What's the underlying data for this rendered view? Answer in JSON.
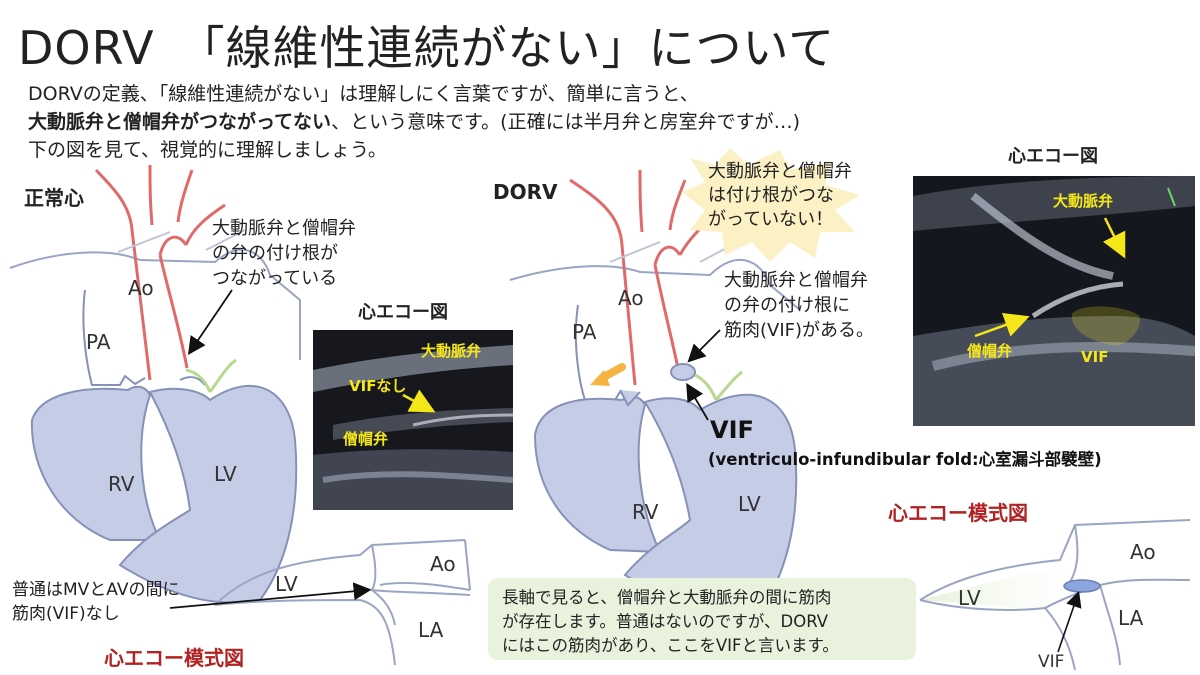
{
  "title": "DORV　「線維性連続がない」について",
  "intro": {
    "line1": "DORVの定義、「線維性連続がない」は理解しにく言葉ですが、簡単に言うと、",
    "line2_bold": "大動脈弁と僧帽弁がつながってない",
    "line2_rest": "、という意味です。(正確には半月弁と房室弁ですが…)",
    "line3": "下の図を見て、視覚的に理解しましょう。"
  },
  "normal": {
    "header": "正常心",
    "note_lines": [
      "大動脈弁と僧帽弁",
      "の弁の付け根が",
      "つながっている"
    ],
    "labels": {
      "ao": "Ao",
      "pa": "PA",
      "rv": "RV",
      "lv": "LV"
    },
    "echo_title": "心エコー図",
    "echo_labels": {
      "aortic": "大動脈弁",
      "vif_none": "VIFなし",
      "mitral": "僧帽弁"
    },
    "schema_note_lines": [
      "普通はMVとAVの間に",
      "筋肉(VIF)なし"
    ],
    "schema_title": "心エコー模式図",
    "schema_labels": {
      "lv": "LV",
      "ao": "Ao",
      "la": "LA"
    }
  },
  "dorv": {
    "header": "DORV",
    "burst_lines": [
      "大動脈弁と僧帽弁",
      "は付け根がつな",
      "がっていない！"
    ],
    "note_lines": [
      "大動脈弁と僧帽弁",
      "の弁の付け根に",
      "筋肉(VIF)がある。"
    ],
    "labels": {
      "ao": "Ao",
      "pa": "PA",
      "rv": "RV",
      "lv": "LV"
    },
    "vif_title": "VIF",
    "vif_full": "(ventriculo-infundibular fold:心室漏斗部襞壁)",
    "echo_title": "心エコー図",
    "echo_labels": {
      "aortic": "大動脈弁",
      "mitral": "僧帽弁",
      "vif": "VIF"
    },
    "schema_title": "心エコー模式図",
    "schema_labels": {
      "lv": "LV",
      "ao": "Ao",
      "la": "LA",
      "vif": "VIF"
    }
  },
  "summary_lines": [
    "長軸で見ると、僧帽弁と大動脈弁の間に筋肉",
    "が存在します。普通はないのですが、DORV",
    "にはこの筋肉があり、ここをVIFと言います。"
  ],
  "colors": {
    "heart_fill": "#c5cde6",
    "heart_stroke": "#8591b8",
    "artery": "#e06a6a",
    "valve_green": "#b7d98f",
    "accent_red": "#b22222",
    "echo_yellow": "#f5e61a",
    "arrow_orange": "#f5b342",
    "burst": "#fcf1c4",
    "summary_bg": "#e9f2dc"
  }
}
